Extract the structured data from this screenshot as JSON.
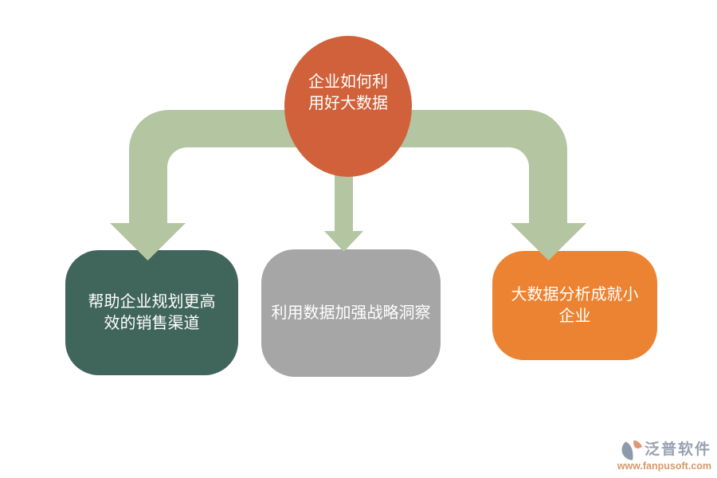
{
  "colors": {
    "center_ellipse": "#d0613a",
    "node_left": "#40655a",
    "node_middle": "#a6a6a6",
    "node_right": "#ec8332",
    "arrow": "#b4c5a2",
    "node_text": "#ffffff",
    "brand_text": "#97a2b2",
    "brand_url_text": "#d6996b"
  },
  "diagram": {
    "center": {
      "label": "企业如何利用好大数据"
    },
    "nodes": [
      {
        "label": "帮助企业规划更高效的销售渠道"
      },
      {
        "label": "利用数据加强战略洞察"
      },
      {
        "label": "大数据分析成就小企业"
      }
    ]
  },
  "watermark": {
    "brand": "泛普软件",
    "url": "www.fanpusoft.com"
  }
}
